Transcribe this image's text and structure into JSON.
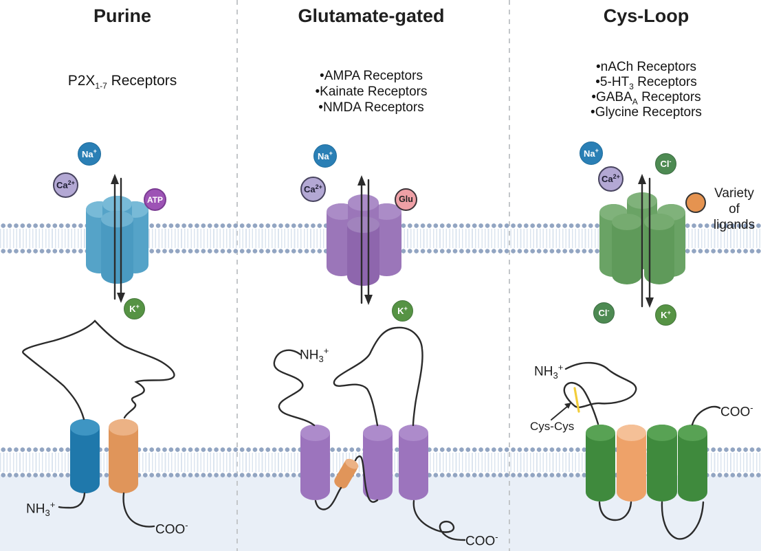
{
  "columns": [
    {
      "title": "Purine",
      "receptor_lines": [
        {
          "bullet": "",
          "pre": "P2X",
          "sub": "1-7",
          "post": " Receptors"
        }
      ]
    },
    {
      "title": "Glutamate-gated",
      "receptor_lines": [
        {
          "bullet": "•",
          "pre": "AMPA Receptors",
          "sub": "",
          "post": ""
        },
        {
          "bullet": "•",
          "pre": "Kainate Receptors",
          "sub": "",
          "post": ""
        },
        {
          "bullet": "•",
          "pre": "NMDA Receptors",
          "sub": "",
          "post": ""
        }
      ]
    },
    {
      "title": "Cys-Loop",
      "receptor_lines": [
        {
          "bullet": "•",
          "pre": "nACh Receptors",
          "sub": "",
          "post": ""
        },
        {
          "bullet": "•",
          "pre": "5-HT",
          "sub": "3",
          "post": " Receptors"
        },
        {
          "bullet": "•",
          "pre": "GABA",
          "sub": "A",
          "post": " Receptors"
        },
        {
          "bullet": "•",
          "pre": "Glycine Receptors",
          "sub": "",
          "post": ""
        }
      ]
    }
  ],
  "ions": {
    "na": {
      "base": "Na",
      "sup": "+"
    },
    "ca": {
      "base": "Ca",
      "sup": "2+"
    },
    "atp": {
      "base": "ATP",
      "sup": ""
    },
    "glu": {
      "base": "Glu",
      "sup": ""
    },
    "k": {
      "base": "K",
      "sup": "+"
    },
    "cl": {
      "base": "Cl",
      "sup": "-"
    }
  },
  "labels": {
    "nh3": {
      "base": "NH",
      "sub": "3",
      "sup": "+"
    },
    "coo": {
      "base": "COO",
      "sup": "-"
    },
    "cys_cys": "Cys-Cys",
    "variety_line1": "Variety of",
    "variety_line2": "ligands"
  },
  "palette": {
    "na_badge": "#2a7fb5",
    "ca_badge": "#b3a8d4",
    "atp_badge": "#9d53b5",
    "glu_badge": "#efa0a6",
    "k_badge": "#569344",
    "cl_badge": "#4d8a52",
    "ligand_circle": "#e59350",
    "channel_purine": "#55a3c8",
    "channel_glutamate": "#9b76b9",
    "channel_cysloop": "#6aa365",
    "tm_blue": "#1f78ab",
    "tm_orange": "#e0955a",
    "tm_purple": "#9c74bd",
    "tm_green": "#3f8a3d",
    "tm_orange_light": "#eea269",
    "membrane_heads": "#92a5c2",
    "intracellular_bg": "#e9eff7",
    "disulfide_bond": "#f2cd3a",
    "line": "#2b2b2b"
  }
}
